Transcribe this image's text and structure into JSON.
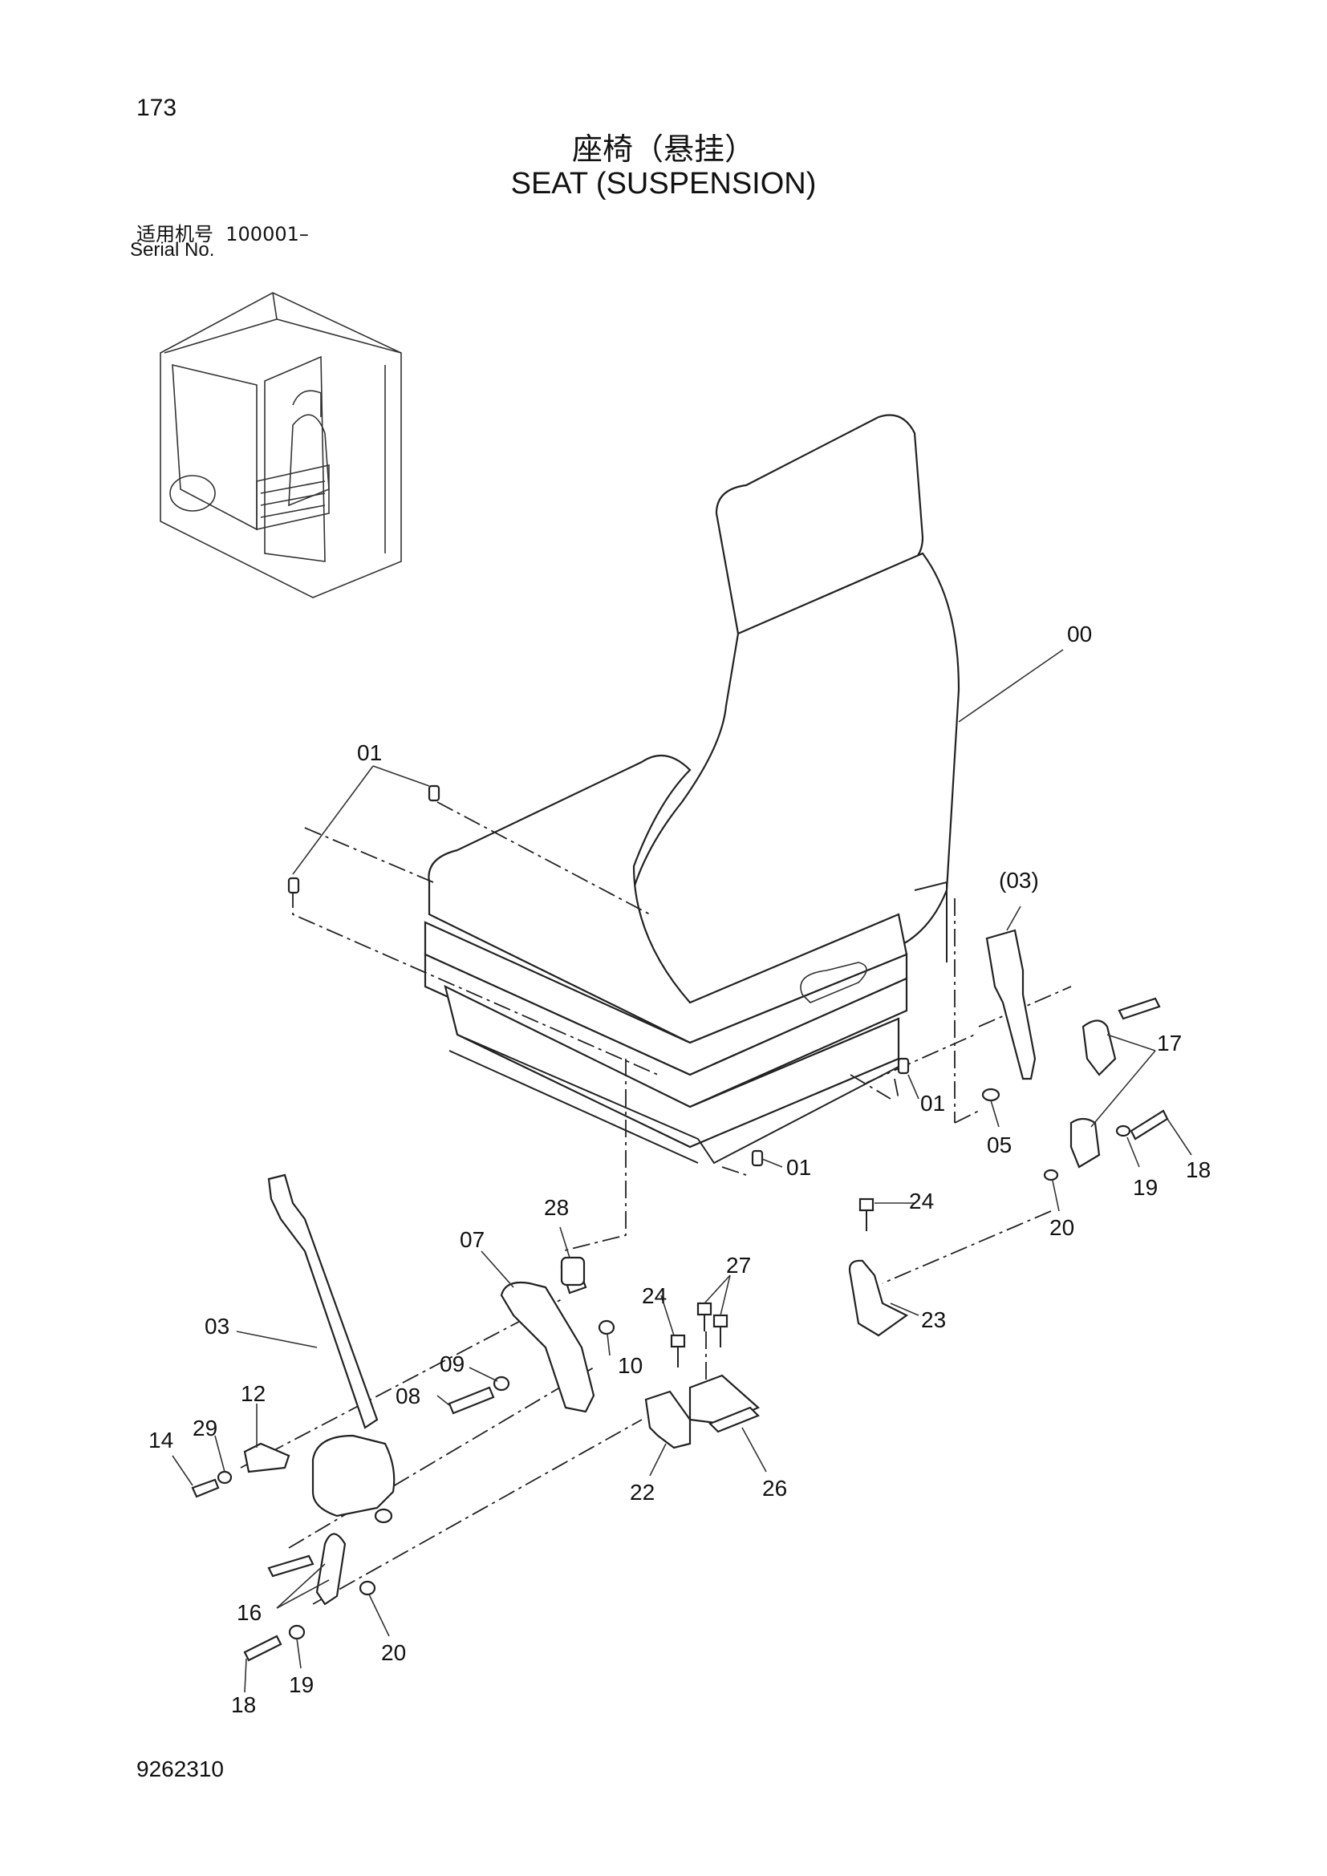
{
  "page_number": "173",
  "title_cn": "座椅（悬挂）",
  "title_en": "SEAT (SUSPENSION)",
  "serial_label_cn": "适用机号",
  "serial_value": "100001–",
  "serial_label_en": "Serial No.",
  "doc_number": "9262310",
  "callouts": {
    "c00": "00",
    "c01a": "01",
    "c01b": "01",
    "c01c": "01",
    "c03paren": "(03)",
    "c03": "03",
    "c05": "05",
    "c07": "07",
    "c08": "08",
    "c09": "09",
    "c10": "10",
    "c12": "12",
    "c14": "14",
    "c16": "16",
    "c17": "17",
    "c18a": "18",
    "c18b": "18",
    "c19a": "19",
    "c19b": "19",
    "c20a": "20",
    "c20b": "20",
    "c22": "22",
    "c23": "23",
    "c24a": "24",
    "c24b": "24",
    "c26": "26",
    "c27": "27",
    "c28": "28",
    "c29": "29"
  }
}
